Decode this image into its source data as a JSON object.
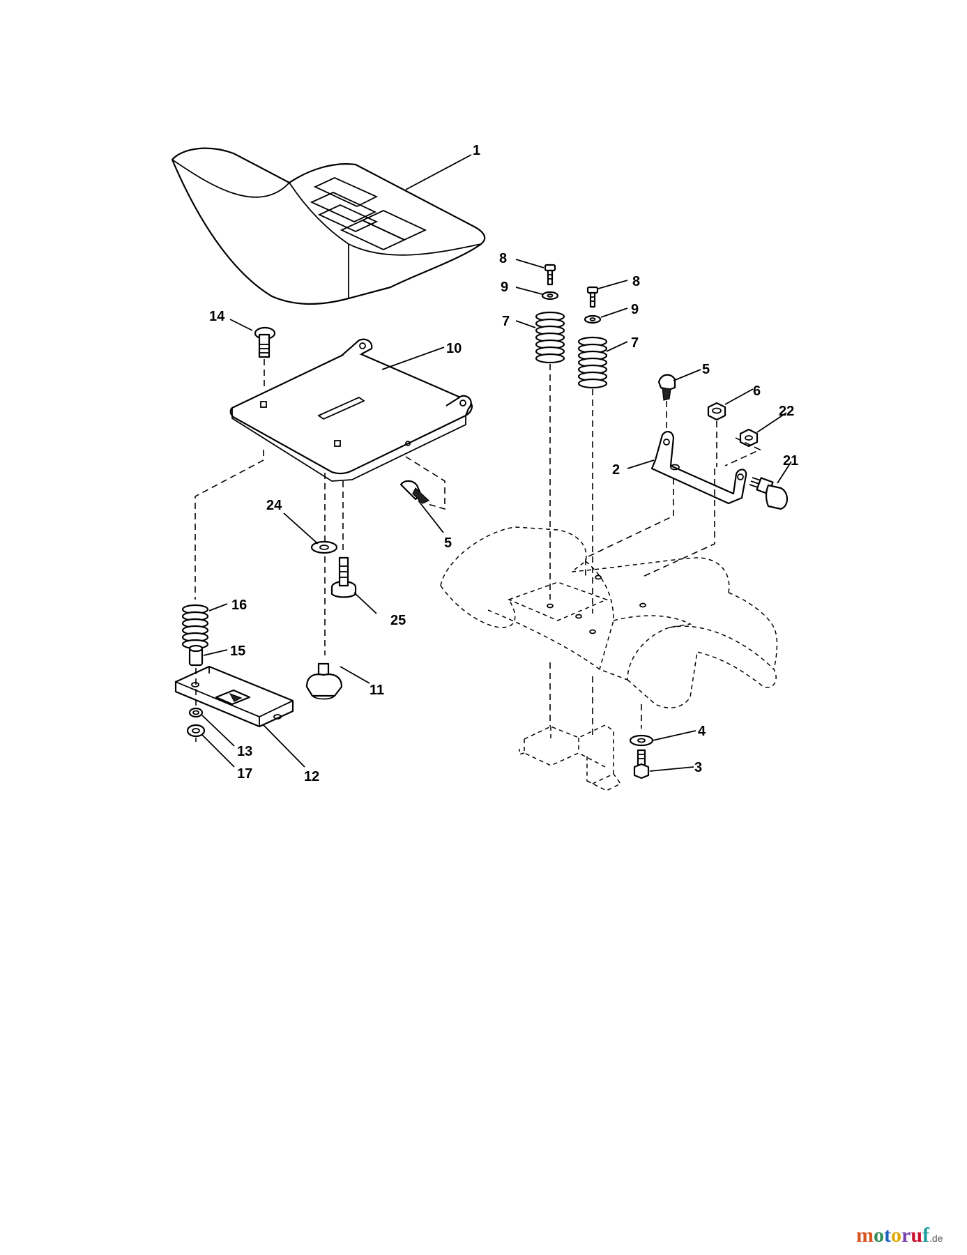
{
  "diagram": {
    "callouts": {
      "c1": "1",
      "c2": "2",
      "c3": "3",
      "c4": "4",
      "c5a": "5",
      "c5b": "5",
      "c6": "6",
      "c7a": "7",
      "c7b": "7",
      "c8a": "8",
      "c8b": "8",
      "c9a": "9",
      "c9b": "9",
      "c10": "10",
      "c11": "11",
      "c12": "12",
      "c13": "13",
      "c14": "14",
      "c15": "15",
      "c16": "16",
      "c17": "17",
      "c21": "21",
      "c22": "22",
      "c24": "24",
      "c25": "25"
    }
  },
  "watermark": {
    "chars": [
      "m",
      "o",
      "t",
      "o",
      "r",
      "u",
      "f"
    ],
    "suffix": ".de"
  }
}
